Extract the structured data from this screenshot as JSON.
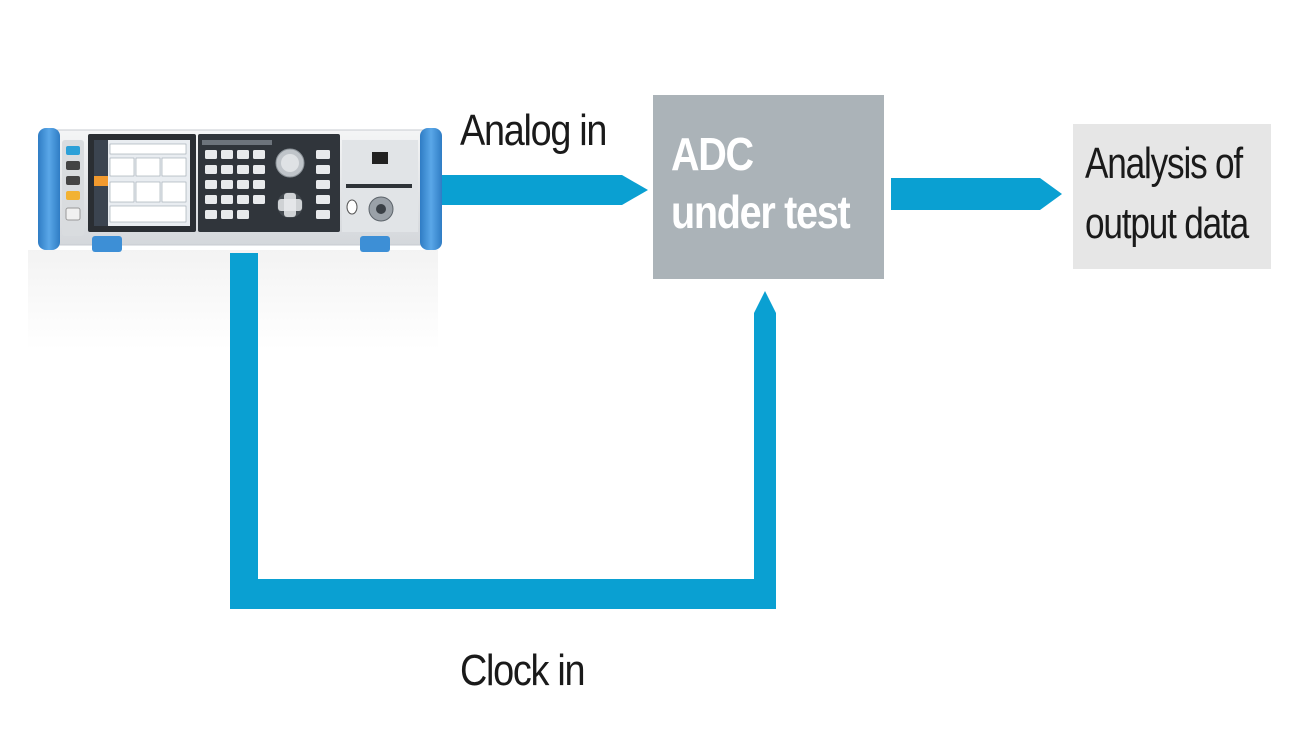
{
  "labels": {
    "analog_in": "Analog in",
    "clock_in": "Clock in"
  },
  "adc_box": {
    "line1": "ADC",
    "line2": "under test"
  },
  "analysis_box": {
    "line1": "Analysis of",
    "line2": "output data"
  },
  "colors": {
    "arrow": "#0aa0d2",
    "adc_box": "#abb3b8",
    "analysis_box": "#e6e6e6",
    "instrument_accent": "#3d8fd6",
    "instrument_body": "#e3e5e8"
  },
  "icons": {
    "instrument": "signal-generator-instrument"
  }
}
